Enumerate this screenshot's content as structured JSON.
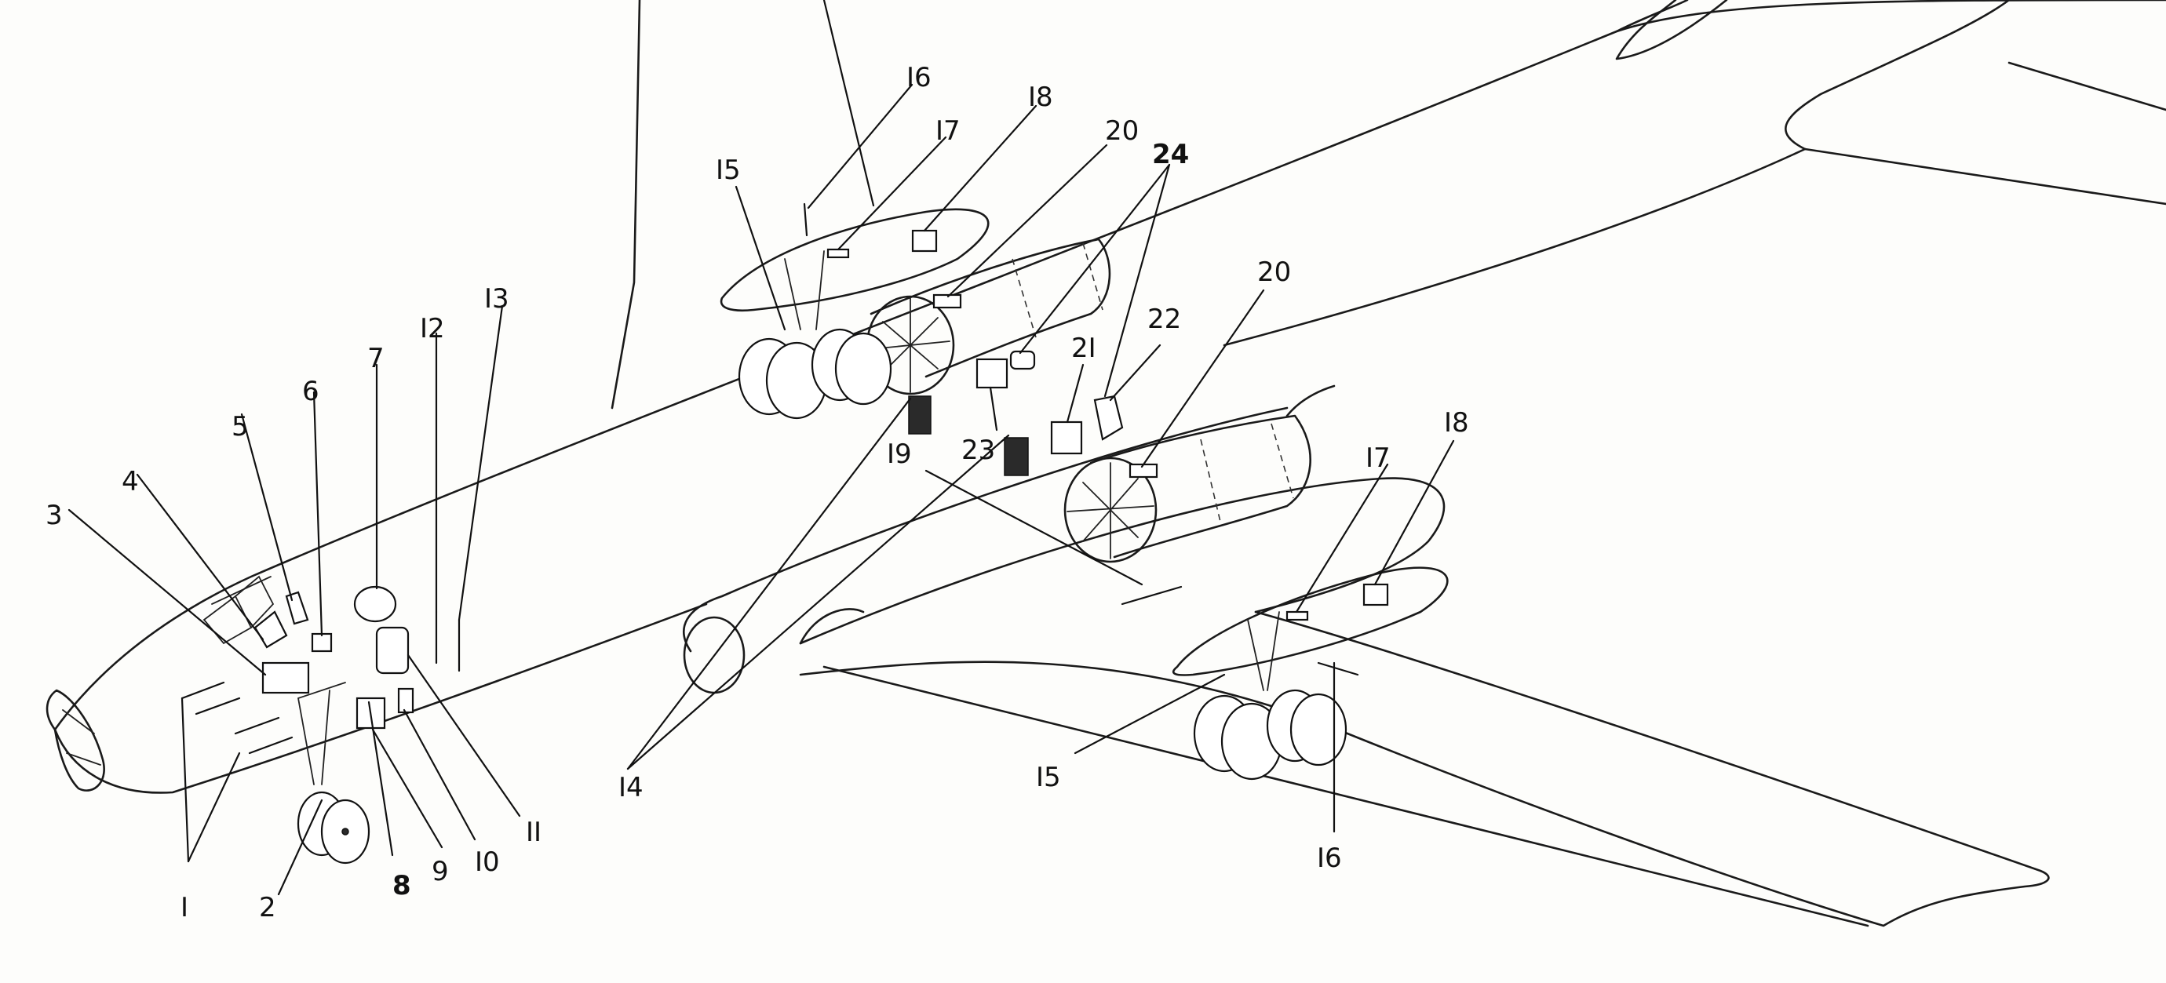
{
  "figure": {
    "labels": {
      "l1": "I",
      "l2": "2",
      "l3": "3",
      "l4": "4",
      "l5": "5",
      "l6": "6",
      "l7": "7",
      "l8": "8",
      "l9": "9",
      "l10": "I0",
      "l11": "II",
      "l12": "I2",
      "l13": "I3",
      "l14": "I4",
      "l15a": "I5",
      "l15b": "I5",
      "l16a": "I6",
      "l16b": "I6",
      "l17a": "I7",
      "l17b": "I7",
      "l18a": "I8",
      "l18b": "I8",
      "l19": "I9",
      "l20a": "20",
      "l20b": "20",
      "l21": "2I",
      "l22": "22",
      "l23": "23",
      "l24": "24"
    }
  }
}
